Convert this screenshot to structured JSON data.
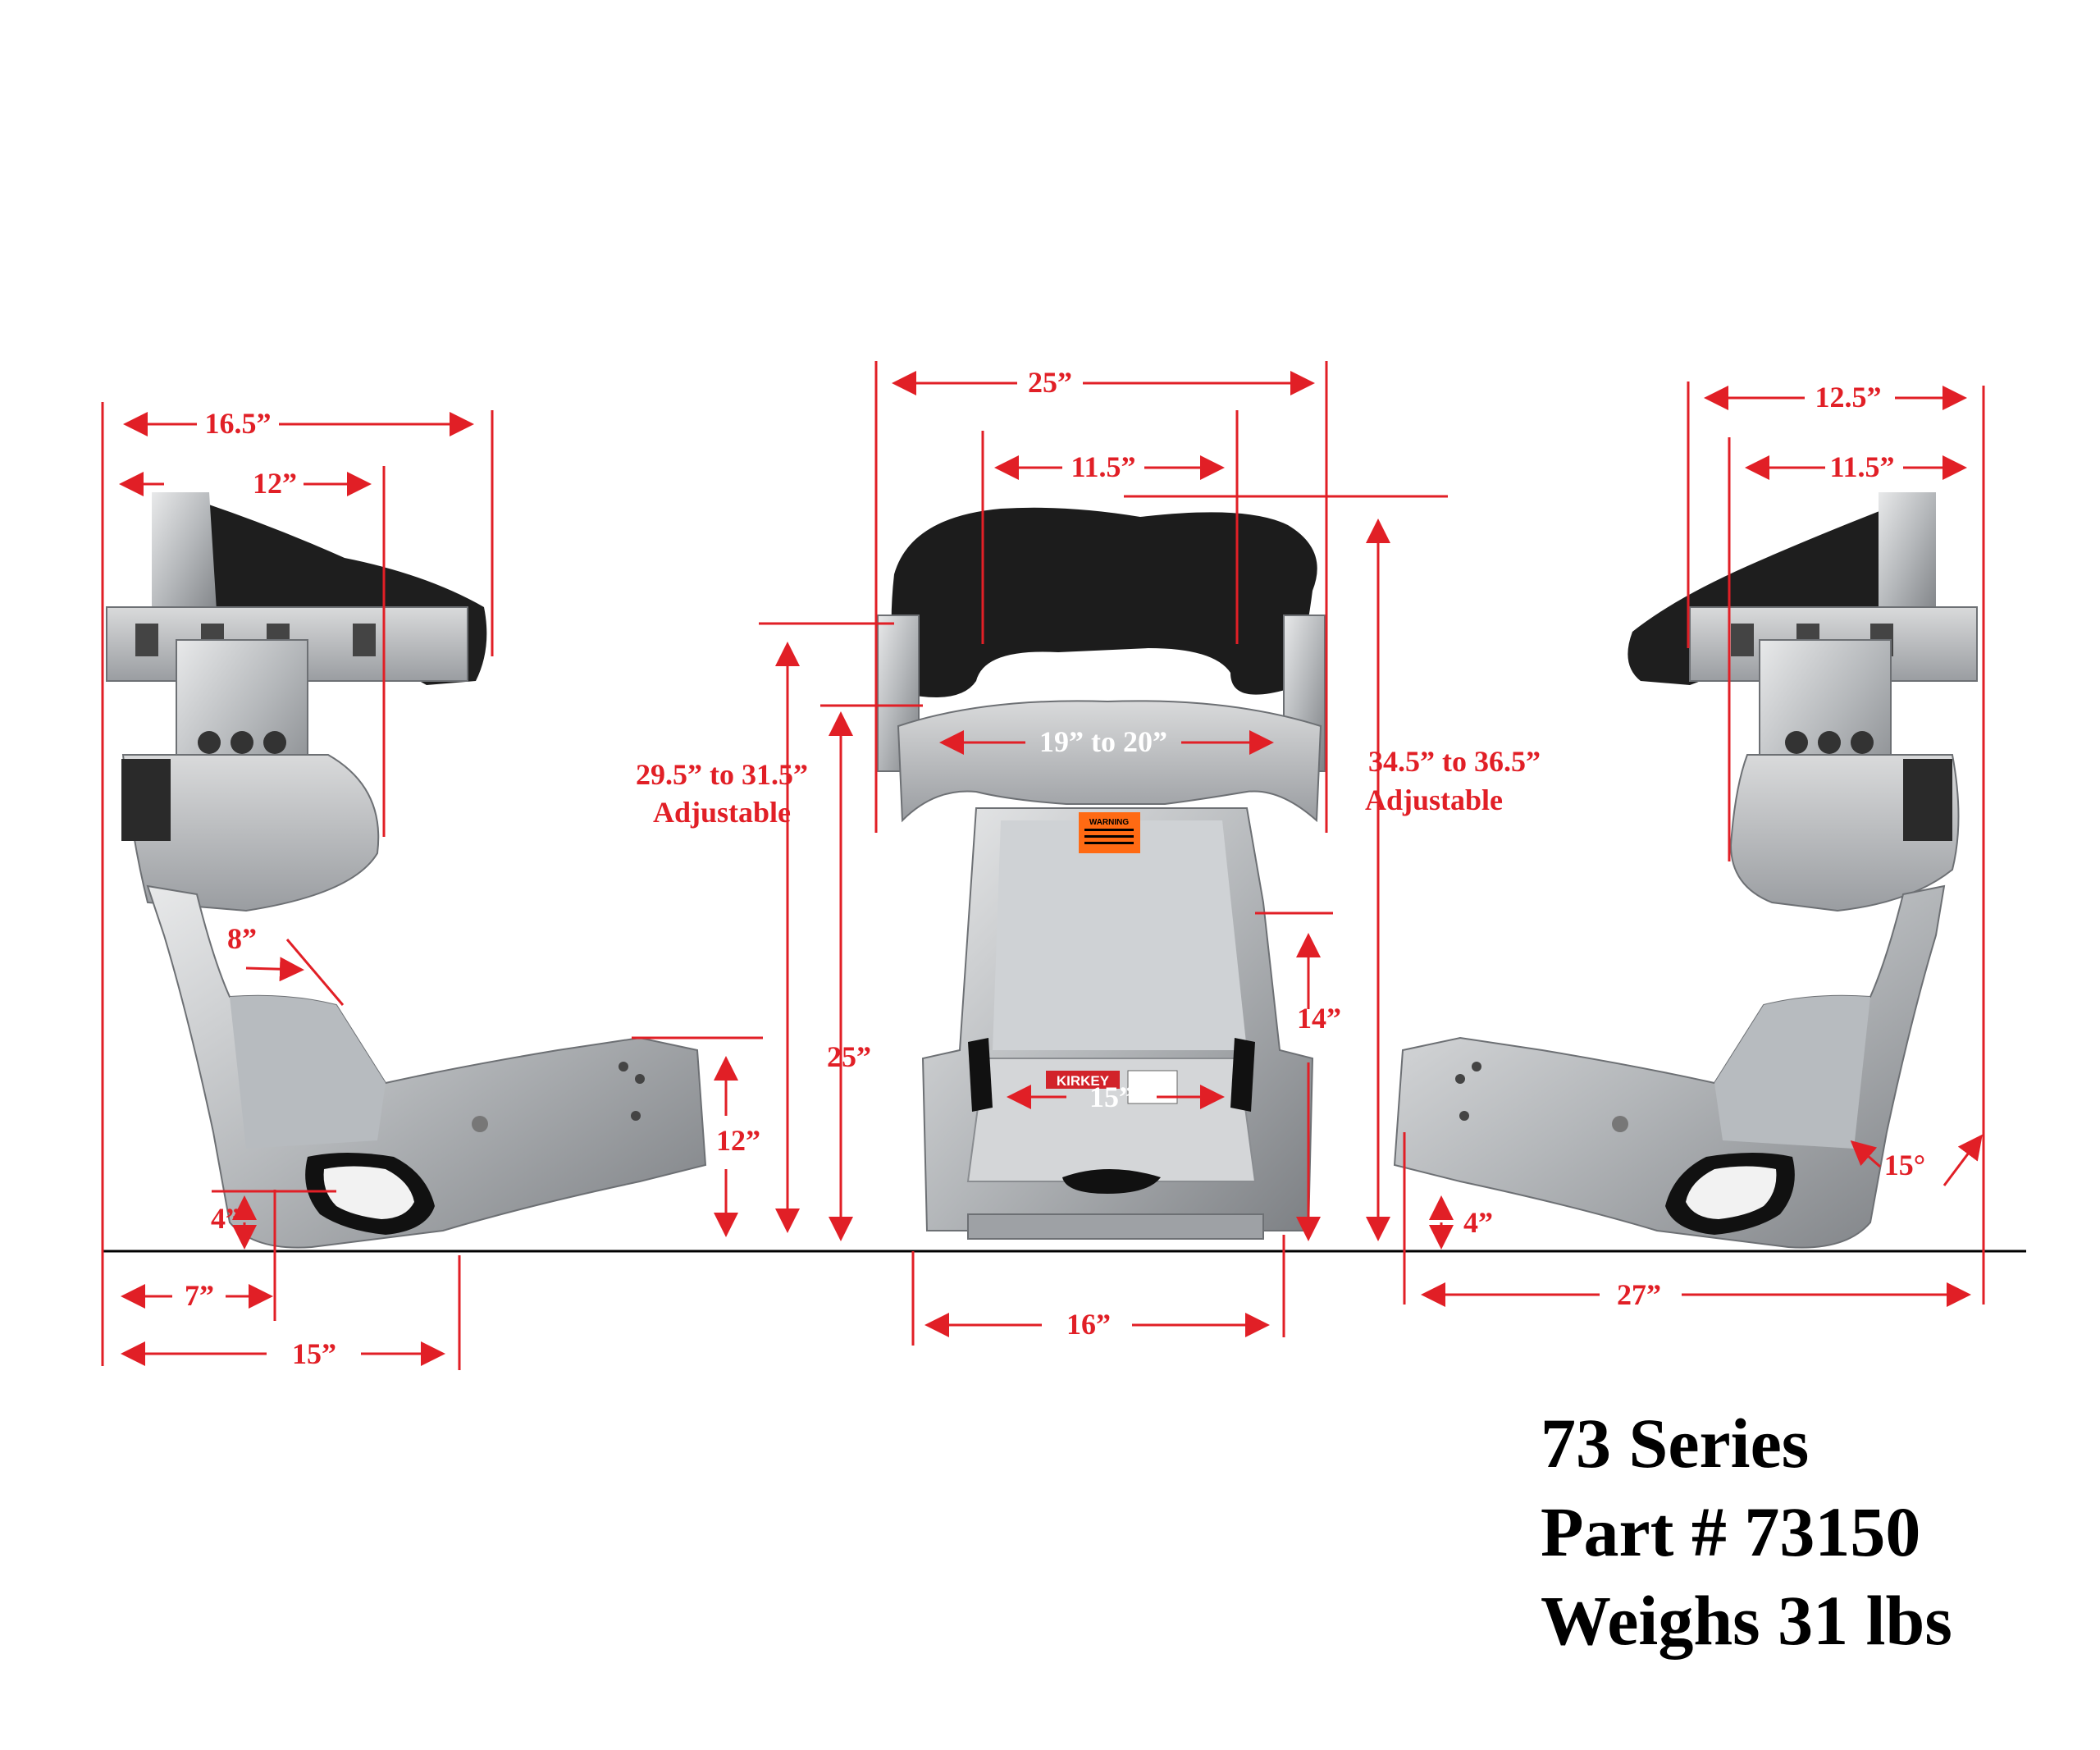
{
  "colors": {
    "dimension": "#e11f26",
    "ground": "#000000",
    "foam": "#1c1c1c",
    "aluminum": "#c9cbcd",
    "aluminum_dark": "#8e9195",
    "text": "#000000"
  },
  "left_view": {
    "overall_depth": "16.5”",
    "headrest_depth": "12”",
    "shoulder_offset": "8”",
    "front_height": "12”",
    "bottom_lift": "4”",
    "front_offset": "7”",
    "base_depth": "15”"
  },
  "front_view": {
    "overall_width": "25”",
    "headrest_inner_width": "11.5”",
    "shoulder_width": "19” to 20”",
    "shoulder_height": "29.5” to 31.5”",
    "shoulder_height_note": "Adjustable",
    "overall_height": "34.5” to 36.5”",
    "overall_height_note": "Adjustable",
    "back_height": "25”",
    "side_height": "14”",
    "hip_width": "15”",
    "base_width": "16”",
    "brand": "KIRKEY",
    "warning_label": "WARNING"
  },
  "right_view": {
    "headrest_depth": "12.5”",
    "headrest_inner_depth": "11.5”",
    "recline_angle": "15°",
    "bottom_lift": "4”",
    "overall_depth": "27”"
  },
  "info": {
    "series": "73 Series",
    "part_number": "Part # 73150",
    "weight": "Weighs 31 lbs"
  }
}
